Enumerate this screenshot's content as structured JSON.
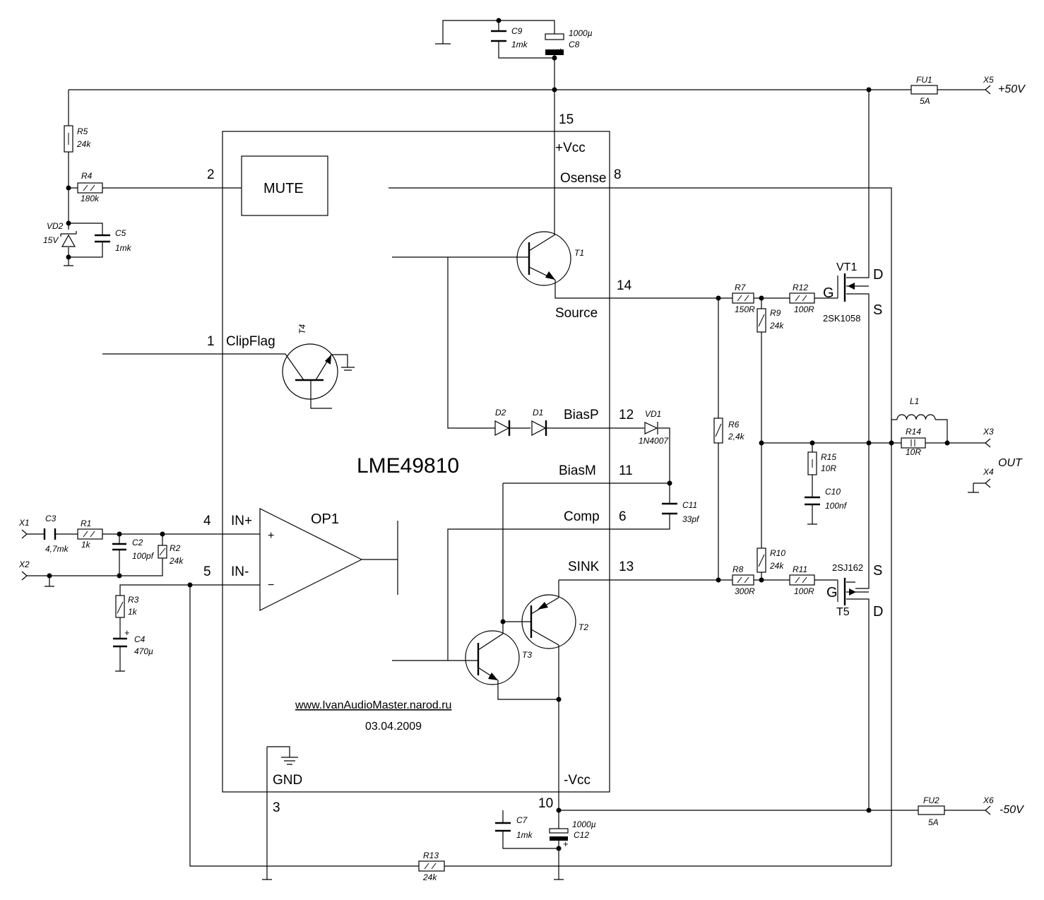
{
  "chip": {
    "name": "LME49810",
    "opamp": "OP1",
    "mute": "MUTE"
  },
  "chip_pins": {
    "p15": "15",
    "vcc_plus": "+Vcc",
    "p2": "2",
    "p8": "8",
    "osense": "Osense",
    "p14": "14",
    "source": "Source",
    "p1": "1",
    "clipflag": "ClipFlag",
    "p12": "12",
    "biasp": "BiasP",
    "p11": "11",
    "biasm": "BiasM",
    "p4": "4",
    "in_plus": "IN+",
    "p6": "6",
    "comp": "Comp",
    "p5": "5",
    "in_minus": "IN-",
    "p13": "13",
    "sink": "SINK",
    "gnd": "GND",
    "p3": "3",
    "vcc_minus": "-Vcc",
    "p10": "10",
    "plus_sign": "+",
    "minus_sign": "−"
  },
  "components": {
    "R1": {
      "name": "R1",
      "value": "1k"
    },
    "R2": {
      "name": "R2",
      "value": "24k"
    },
    "R3": {
      "name": "R3",
      "value": "1k"
    },
    "R4": {
      "name": "R4",
      "value": "180k"
    },
    "R5": {
      "name": "R5",
      "value": "24k"
    },
    "R6": {
      "name": "R6",
      "value": "2,4k"
    },
    "R7": {
      "name": "R7",
      "value": "150R"
    },
    "R8": {
      "name": "R8",
      "value": "300R"
    },
    "R9": {
      "name": "R9",
      "value": "24k"
    },
    "R10": {
      "name": "R10",
      "value": "24k"
    },
    "R11": {
      "name": "R11",
      "value": "100R"
    },
    "R12": {
      "name": "R12",
      "value": "100R"
    },
    "R13": {
      "name": "R13",
      "value": "24k"
    },
    "R14": {
      "name": "R14",
      "value": "10R"
    },
    "R15": {
      "name": "R15",
      "value": "10R"
    },
    "C2": {
      "name": "C2",
      "value": "100pf"
    },
    "C3": {
      "name": "C3",
      "value": "4,7mk"
    },
    "C4": {
      "name": "C4",
      "value": "470µ"
    },
    "C5": {
      "name": "C5",
      "value": "1mk"
    },
    "C7": {
      "name": "C7",
      "value": "1mk"
    },
    "C8": {
      "name": "C8",
      "value": "1000µ"
    },
    "C9": {
      "name": "C9",
      "value": "1mk"
    },
    "C10": {
      "name": "C10",
      "value": "100nf"
    },
    "C11": {
      "name": "C11",
      "value": "33pf"
    },
    "C12": {
      "name": "C12",
      "value": "1000µ"
    },
    "L1": {
      "name": "L1"
    },
    "FU1": {
      "name": "FU1",
      "value": "5A"
    },
    "FU2": {
      "name": "FU2",
      "value": "5A"
    },
    "VD1": {
      "name": "VD1",
      "value": "1N4007"
    },
    "VD2": {
      "name": "VD2",
      "value": "15V"
    },
    "D1": {
      "name": "D1"
    },
    "D2": {
      "name": "D2"
    },
    "T1": {
      "name": "T1"
    },
    "T2": {
      "name": "T2"
    },
    "T3": {
      "name": "T3"
    },
    "T4": {
      "name": "T4"
    },
    "VT1": {
      "name": "VT1",
      "part": "2SK1058",
      "g": "G",
      "d": "D",
      "s": "S"
    },
    "T5": {
      "name": "T5",
      "part": "2SJ162",
      "g": "G",
      "d": "D",
      "s": "S"
    }
  },
  "polarity": {
    "plus": "+"
  },
  "connectors": {
    "X1": "X1",
    "X2": "X2",
    "X3": "X3",
    "X4": "X4",
    "X5": "X5",
    "X6": "X6",
    "plus50": "+50V",
    "minus50": "-50V",
    "out": "OUT"
  },
  "footer": {
    "url": "www.IvanAudioMaster.narod.ru",
    "date": "03.04.2009"
  }
}
